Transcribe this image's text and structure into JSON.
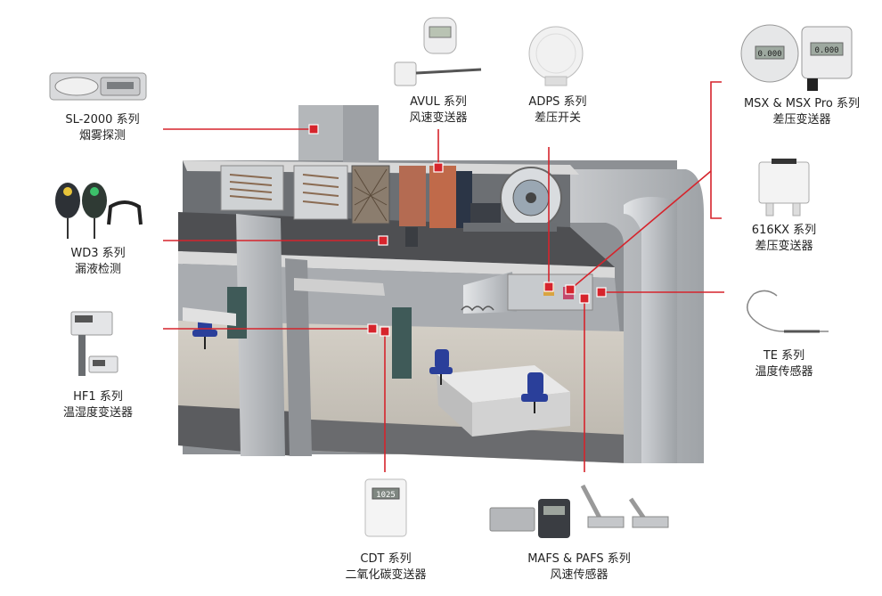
{
  "labels": {
    "sl2000": {
      "line1": "SL-2000 系列",
      "line2": "烟雾探测"
    },
    "wd3": {
      "line1": "WD3 系列",
      "line2": "漏液检测"
    },
    "hf1": {
      "line1": "HF1 系列",
      "line2": "温湿度变送器"
    },
    "avul": {
      "line1": "AVUL 系列",
      "line2": "风速变送器"
    },
    "adps": {
      "line1": "ADPS 系列",
      "line2": "差压开关"
    },
    "msx": {
      "line1": "MSX & MSX Pro 系列",
      "line2": "差压变送器"
    },
    "kx616": {
      "line1": "616KX 系列",
      "line2": "差压变送器"
    },
    "te": {
      "line1": "TE 系列",
      "line2": "温度传感器"
    },
    "cdt": {
      "line1": "CDT 系列",
      "line2": "二氧化碳变送器"
    },
    "mafs": {
      "line1": "MAFS & PAFS 系列",
      "line2": "风速传感器"
    }
  },
  "device_text": {
    "cdt_display": "1025",
    "msx_display_a": "0.000",
    "msx_display_b": "0.000"
  },
  "colors": {
    "leader_line": "#d6242c",
    "marker": "#d6242c",
    "building_wall": "#b9bcbf",
    "floor_slab": "#5a5a5a",
    "duct": "#c9ccd0",
    "chair": "#2a3f9a"
  }
}
